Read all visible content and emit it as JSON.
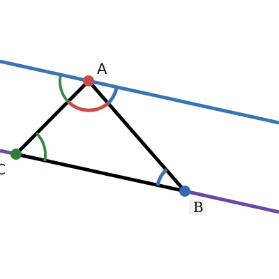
{
  "diagram": {
    "points": {
      "A": {
        "label": "A",
        "color": "#c94b4b"
      },
      "B": {
        "label": "B",
        "color": "#2d6bb3"
      },
      "C": {
        "label": "C",
        "color": "#2e7d3a"
      }
    },
    "colors": {
      "line_through_A": "#3a74b5",
      "line_through_B_C": "#6b48a3",
      "triangle_sides": "#000000",
      "angle_A_arc": "#c94b4b",
      "angle_C_arcs": "#3a8a45",
      "angle_B_arcs": "#3a74b5"
    }
  }
}
